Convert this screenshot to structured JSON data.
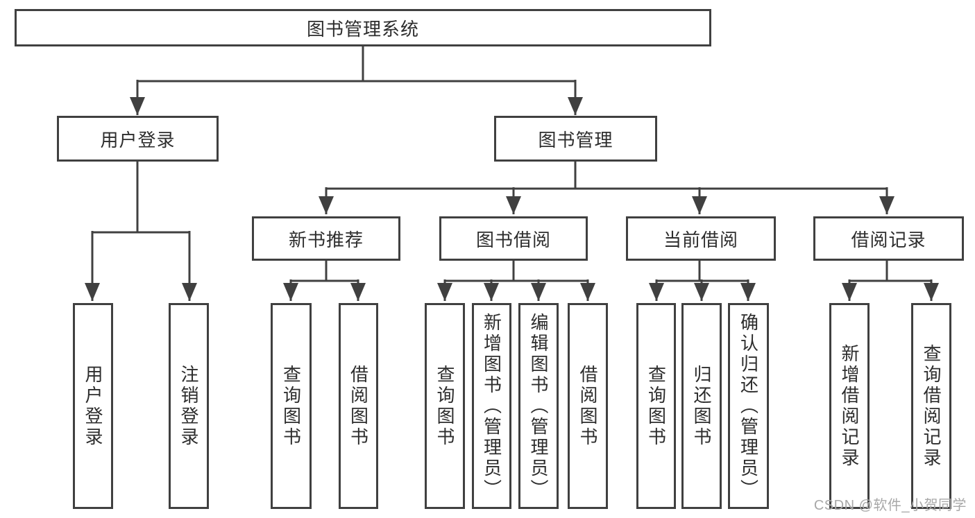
{
  "colors": {
    "line": "#404040",
    "box_border": "#404040",
    "box_fill": "#ffffff",
    "text": "#2d2d2d",
    "watermark": "#a8a8a8",
    "background": "#ffffff"
  },
  "diagram": {
    "root": {
      "label": "图书管理系统"
    },
    "branches": [
      {
        "label": "用户登录",
        "children": [
          {
            "label": "用户登录"
          },
          {
            "label": "注销登录"
          }
        ]
      },
      {
        "label": "图书管理",
        "children": [
          {
            "label": "新书推荐",
            "children": [
              {
                "label": "查询图书"
              },
              {
                "label": "借阅图书"
              }
            ]
          },
          {
            "label": "图书借阅",
            "children": [
              {
                "label": "查询图书"
              },
              {
                "label": "新增图书（管理员）"
              },
              {
                "label": "编辑图书（管理员）"
              },
              {
                "label": "借阅图书"
              }
            ]
          },
          {
            "label": "当前借阅",
            "children": [
              {
                "label": "查询图书"
              },
              {
                "label": "归还图书"
              },
              {
                "label": "确认归还（管理员）"
              }
            ]
          },
          {
            "label": "借阅记录",
            "children": [
              {
                "label": "新增借阅记录"
              },
              {
                "label": "查询借阅记录"
              }
            ]
          }
        ]
      }
    ]
  },
  "watermark": {
    "text": "CSDN @软件_小贺同学"
  }
}
